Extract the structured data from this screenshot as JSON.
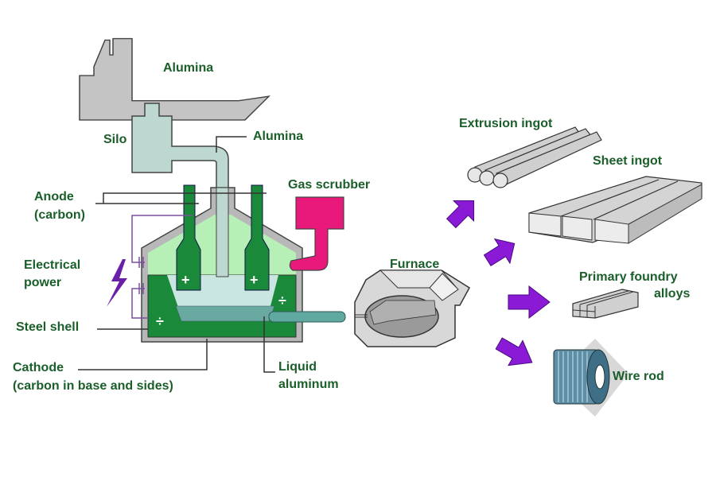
{
  "title": "Aluminium smelting process",
  "labels": {
    "alumina_ship": "Alumina",
    "silo": "Silo",
    "alumina_feed": "Alumina",
    "gas_scrubber": "Gas scrubber",
    "anode_1": "Anode",
    "anode_2": "(carbon)",
    "electrical_1": "Electrical",
    "electrical_2": "power",
    "steel_shell": "Steel shell",
    "cathode_1": "Cathode",
    "cathode_2": "(carbon in base and sides)",
    "liquid_1": "Liquid",
    "liquid_2": "aluminum",
    "furnace": "Furnace",
    "extrusion": "Extrusion ingot",
    "sheet": "Sheet ingot",
    "foundry_1": "Primary foundry",
    "foundry_2": "alloys",
    "wire": "Wire rod"
  },
  "symbols": {
    "plus": "+",
    "minus": "÷"
  },
  "colors": {
    "label": "#1a5e2a",
    "carbon": "#1a8a3a",
    "bath": "#b7f0b7",
    "steel": "#b8b8b8",
    "silo": "#bcd8d0",
    "metal": "#5fa9a0",
    "scrubber": "#e8197a",
    "arrow": "#8a1ad6",
    "ingot": "#cfcfcf"
  }
}
